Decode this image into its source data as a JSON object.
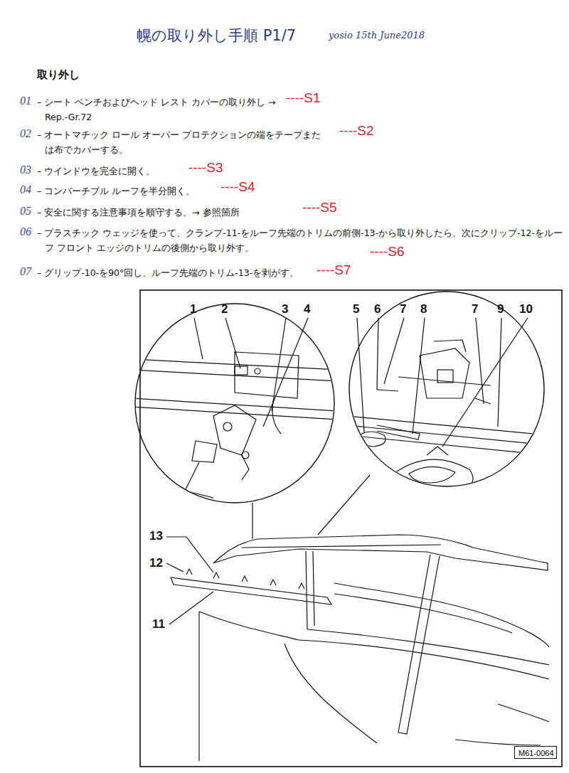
{
  "diagram": {
    "title": "幌の取り外し手順 P1/7",
    "nodes": [
      {
        "text": [
          "M61-0064"
        ]
      }
    ],
    "labels": [
      "yosio 15th June2018",
      "取り外し",
      "01",
      "– シート ベンチおよびヘッド レスト カバーの取り外し → Rep.-Gr.72",
      "----S1",
      "02",
      "– オートマチック ロール オーバー プロテクションの端をテープまたは布でカバーする。",
      "----S2",
      "03",
      "– ウインドウを完全に開く。",
      "----S3",
      "04",
      "– コンバーチブル ルーフを半分開く。",
      "----S4",
      "05",
      "– 安全に関する注意事項を順守する。→ 参照箇所",
      "----S5",
      "06",
      "– プラスチック ウェッジを使って、クランプ-11-をルーフ先端のトリムの前側-13-から取り外したら、次にクリップ-12-をルーフ フロント エッジのトリムの後側から取り外す。",
      "----S6",
      "07",
      "– グリップ-10-を90°回し、ルーフ先端のトリム-13-を剥がす。",
      "----S7",
      "1",
      "2",
      "3",
      "4",
      "5",
      "6",
      "7",
      "8",
      "7",
      "9",
      "10",
      "13",
      "12",
      "11"
    ]
  }
}
